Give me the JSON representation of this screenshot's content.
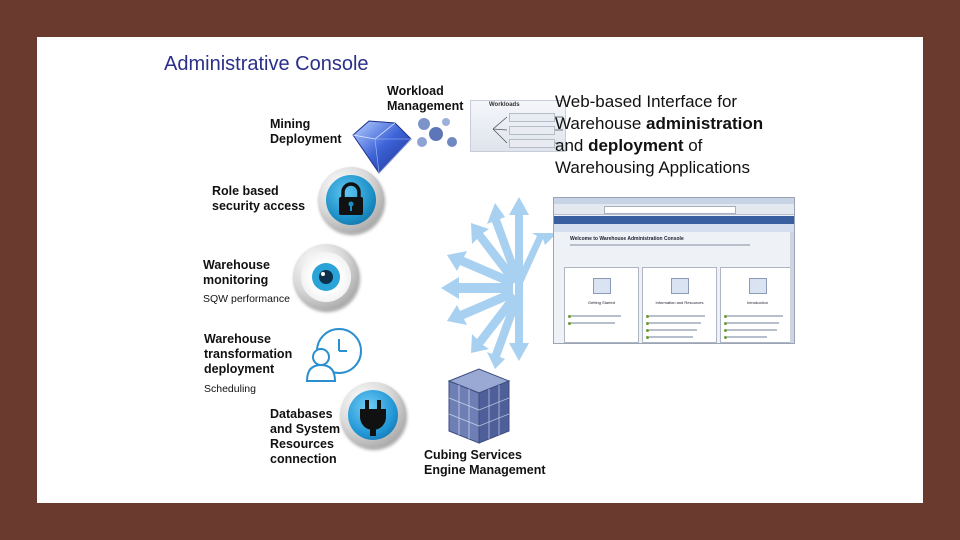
{
  "slide": {
    "title": "Administrative Console",
    "heading": {
      "line1": "Web-based Interface for",
      "line2_prefix": "Warehouse ",
      "line2_bold": "administration",
      "line3_prefix": "and ",
      "line3_bold": "deployment",
      "line3_suffix": " of",
      "line4": "Warehousing Applications"
    }
  },
  "components": [
    {
      "label": "Workload\nManagement",
      "icon": "workload-flow-icon"
    },
    {
      "label": "Mining\nDeployment",
      "icon": "diamond-icon"
    },
    {
      "label": "Role based\nsecurity access",
      "icon": "lock-icon"
    },
    {
      "label": "Warehouse\nmonitoring",
      "sub": "SQW performance",
      "icon": "eye-icon"
    },
    {
      "label": "Warehouse\ntransformation\ndeployment",
      "sub": "Scheduling",
      "icon": "person-clock-icon"
    },
    {
      "label": "Databases\nand System\nResources\nconnection",
      "icon": "plug-icon"
    },
    {
      "label": "Cubing Services\nEngine Management",
      "icon": "cube-icon"
    }
  ],
  "mini_ui": {
    "workload_header": "Workloads",
    "console_welcome": "Welcome to Warehouse Administration Console",
    "panels": [
      "Getting Started",
      "Information and Resources",
      "Introduction"
    ]
  },
  "colors": {
    "frame": "#6b3a2e",
    "title": "#2a2f8a",
    "arrows": "#a8d0f0",
    "lock_blue": "#1b8fc6",
    "eye_blue": "#2aa3d8",
    "cube_blue": "#6d7fb5"
  }
}
